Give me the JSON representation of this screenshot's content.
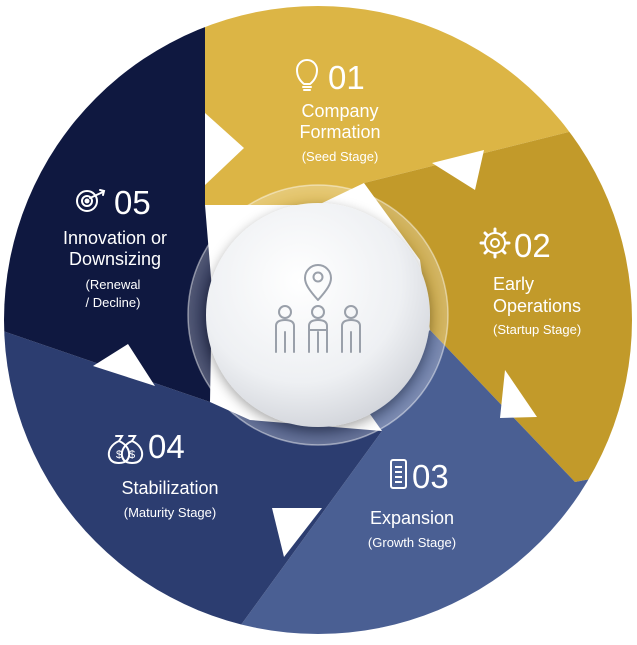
{
  "colors": {
    "gold_light": "#dcb545",
    "gold_dark": "#c29a2a",
    "navy_dark": "#0f1840",
    "navy_mid": "#2c3d70",
    "navy_light": "#4a5f93",
    "text_light": "#ffffff",
    "text_sub": "#e8ecf6",
    "hub_icon": "#9aa0aa"
  },
  "center": {
    "icon": "team-location-pin-icon"
  },
  "stages": [
    {
      "number": "01",
      "title_line1": "Company",
      "title_line2": "Formation",
      "subtitle": "(Seed Stage)",
      "icon": "lightbulb-icon"
    },
    {
      "number": "02",
      "title_line1": "Early",
      "title_line2": "Operations",
      "subtitle": "(Startup Stage)",
      "icon": "gear-icon"
    },
    {
      "number": "03",
      "title_line1": "Expansion",
      "subtitle": "(Growth Stage)",
      "icon": "document-icon"
    },
    {
      "number": "04",
      "title_line1": "Stabilization",
      "subtitle": "(Maturity Stage)",
      "icon": "money-bags-icon"
    },
    {
      "number": "05",
      "title_line1": "Innovation or",
      "title_line2": "Downsizing",
      "subtitle_line1": "(Renewal",
      "subtitle_line2": "/ Decline)",
      "icon": "target-icon"
    }
  ]
}
